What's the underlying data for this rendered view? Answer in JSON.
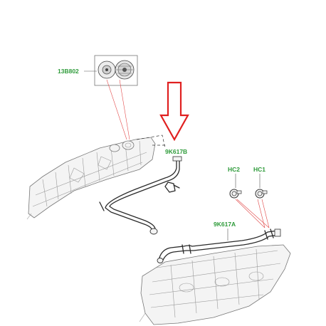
{
  "diagram": {
    "labels": {
      "cap": "13B802",
      "hose_b": "9K617B",
      "clip_2": "HC2",
      "clip_1": "HC1",
      "hose_a": "9K617A"
    },
    "colors": {
      "label_text": "#2e9b3a",
      "highlight_arrow": "#e02020",
      "leader_red": "#e24a4a",
      "part_outline": "#777777",
      "hose_line": "#2a2a2a"
    },
    "icons": [
      "oil-filler-cap-icon",
      "hose-clip-icon",
      "down-arrow-icon"
    ]
  }
}
